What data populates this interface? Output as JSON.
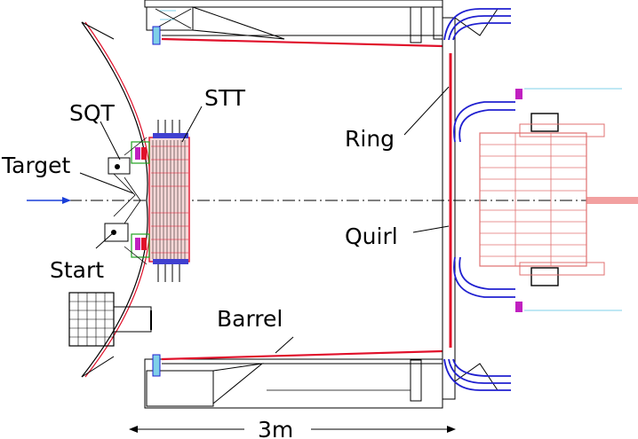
{
  "labels": {
    "target": "Target",
    "sqt": "SQT",
    "stt": "STT",
    "start": "Start",
    "ring": "Ring",
    "quirl": "Quirl",
    "barrel": "Barrel",
    "scale": "3m"
  },
  "colors": {
    "line": "#000000",
    "detector_red": "#e0102a",
    "fiber_blue": "#2020d0",
    "beam": "#1a3fd8",
    "pink": "#f2a0a0",
    "cyan": "#7fd0e8",
    "magenta": "#c020c0",
    "green": "#20a020"
  }
}
